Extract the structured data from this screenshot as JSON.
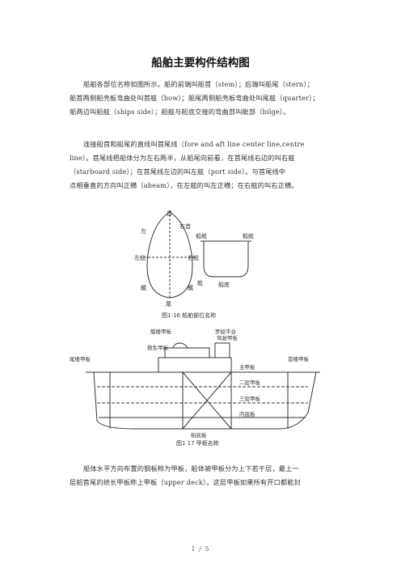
{
  "document": {
    "title": "船舶主要构件结构图",
    "paragraphs": [
      {
        "lines": [
          "船舶各部位名称如图所示。船的前端叫船首（stem）；后端叫船尾（stern）；",
          "船首两侧船壳板弯曲处叫首舷（bow）；船尾两侧船壳板弯曲处叫尾舷（quarter）；",
          "船两边叫船舷（ships side）；船舷与船底交接的弯曲部叫舭部（bilge）。"
        ]
      },
      {
        "lines": [
          "连接船首和船尾的直线叫首尾线（fore and aft line center line,centre",
          "line）。首尾线把船体分为左右两半，从船尾向前看，在首尾线右边的叫右舷",
          "（starboard side）；在首尾线左边的叫左舷（port    side）。与首尾线中",
          "点相垂直的方向叫正横（abeam），在左舷的叫左正横；在右舷的叫右正横。"
        ]
      },
      {
        "lines": [
          "船体水平方向布置的钢板称为甲板，船体被甲板分为上下若干层，最上一",
          "层船首尾的统长甲板称上甲板（upper    deck）。这层甲板如果所有开口都能封"
        ]
      }
    ],
    "footer": "1 / 5"
  },
  "figure1": {
    "labels": {
      "bow_top": "首",
      "left": "左",
      "right_head": "右首",
      "left_side": "左舷",
      "right_side": "右舷",
      "left_quarter": "艉",
      "right_quarter": "艉",
      "stern": "尾",
      "side_top_left": "船舷",
      "side_top_right": "船舷",
      "bilge": "舭",
      "bottom": "船底"
    },
    "caption": "图1-16    船舶部位名称"
  },
  "figure2": {
    "labels": {
      "forecastle_deck": "艏楼甲板",
      "bridge_deck": "驾驶甲板",
      "compass_deck": "罗经平台",
      "boat_deck": "救生甲板",
      "poop_deck": "尾楼甲板",
      "upper_deck_right": "首楼甲板",
      "main_deck": "主甲板",
      "second_deck": "二层甲板",
      "third_deck": "三层甲板",
      "inner_bottom": "内底板",
      "bottom_plate": "船底板"
    },
    "caption": "图1 17    甲板名称"
  }
}
